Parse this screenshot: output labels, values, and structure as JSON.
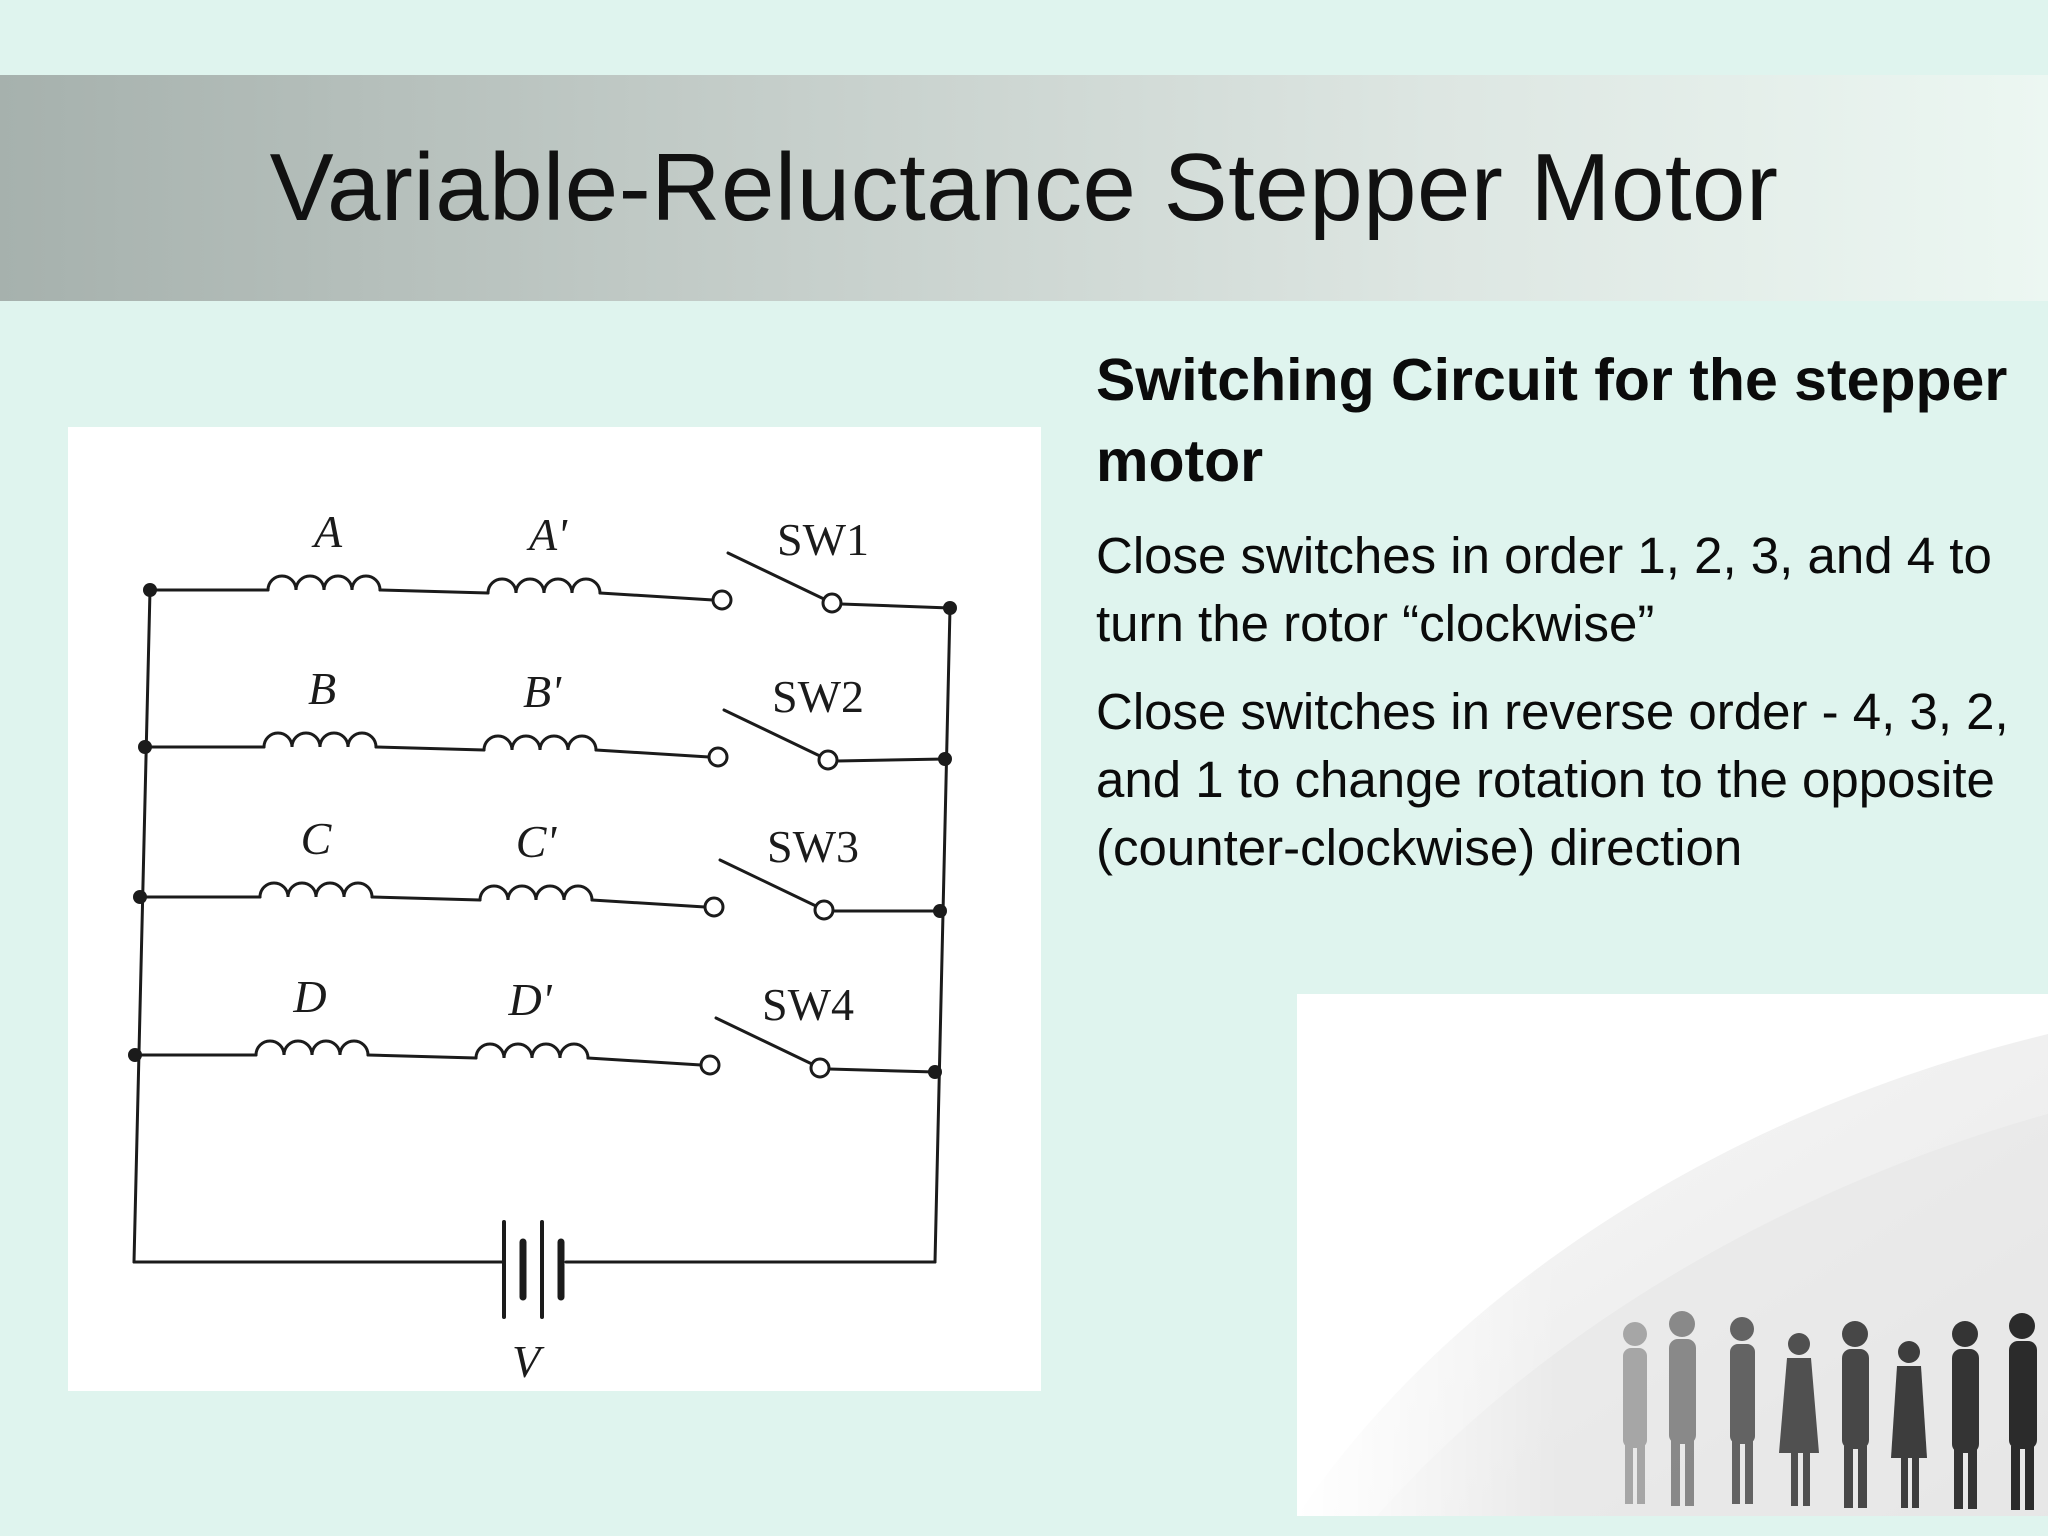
{
  "slide": {
    "title": "Variable-Reluctance Stepper Motor",
    "heading": "Switching Circuit for the stepper motor",
    "paragraphs": [
      "Close switches in order 1, 2, 3, and 4 to turn the rotor “clockwise”",
      "Close switches in reverse order - 4, 3, 2, and 1 to change rotation to the opposite (counter-clockwise) direction"
    ]
  },
  "diagram": {
    "rows": [
      {
        "coil1": "A",
        "coil2": "A'",
        "switch": "SW1"
      },
      {
        "coil1": "B",
        "coil2": "B'",
        "switch": "SW2"
      },
      {
        "coil1": "C",
        "coil2": "C'",
        "switch": "SW3"
      },
      {
        "coil1": "D",
        "coil2": "D'",
        "switch": "SW4"
      }
    ],
    "battery_label": "V"
  },
  "colors": {
    "background": "#dff4ee",
    "title_band_start": "#a6b1ad",
    "title_band_end": "#ecf7f2",
    "text": "#0b0b0b"
  }
}
